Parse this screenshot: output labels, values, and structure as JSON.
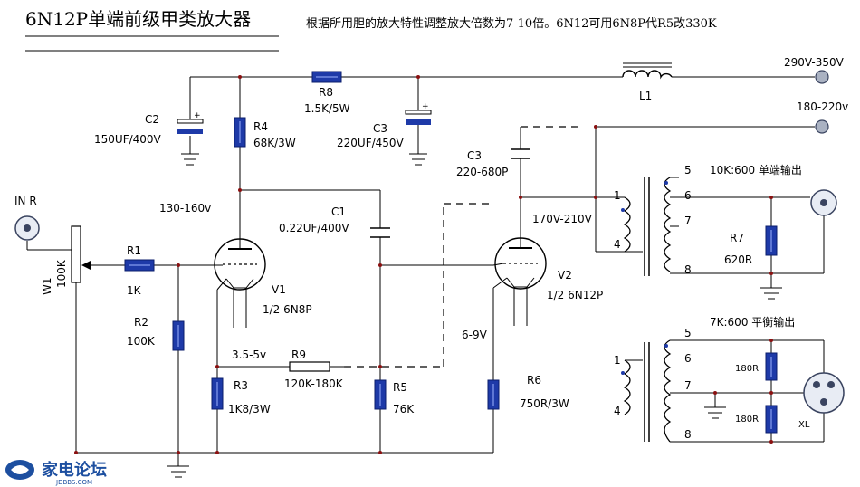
{
  "title": "6N12P单端前级甲类放大器",
  "note": "根据所用胆的放大特性调整放大倍数为7-10倍。6N12可用6N8P代R5改330K",
  "supply": {
    "hv_label": "290V-350V",
    "hv2_label": "180-220v",
    "inductor": "L1"
  },
  "input": {
    "label": "IN R",
    "pot_name": "W1",
    "pot_value": "100K"
  },
  "components": {
    "R1": {
      "name": "R1",
      "value": "1K"
    },
    "R2": {
      "name": "R2",
      "value": "100K"
    },
    "R3": {
      "name": "R3",
      "value": "1K8/3W"
    },
    "R4": {
      "name": "R4",
      "value": "68K/3W"
    },
    "R5": {
      "name": "R5",
      "value": "76K"
    },
    "R6": {
      "name": "R6",
      "value": "750R/3W"
    },
    "R7": {
      "name": "R7",
      "value": "620R"
    },
    "R8": {
      "name": "R8",
      "value": "1.5K/5W"
    },
    "R9": {
      "name": "R9",
      "value": "120K-180K"
    },
    "C1": {
      "name": "C1",
      "value": "0.22UF/400V"
    },
    "C2": {
      "name": "C2",
      "value": "150UF/400V"
    },
    "C3a": {
      "name": "C3",
      "value": "220UF/450V"
    },
    "C3b": {
      "name": "C3",
      "value": "220-680P"
    }
  },
  "tubes": {
    "V1": {
      "name": "V1",
      "type": "1/2 6N8P"
    },
    "V2": {
      "name": "V2",
      "type": "1/2 6N12P"
    }
  },
  "voltages": {
    "v1_plate": "130-160v",
    "v1_cathode": "3.5-5v",
    "v2_plate": "170V-210V",
    "v2_cathode": "6-9V"
  },
  "outputs": {
    "single_ended": "10K:600 单端输出",
    "balanced": "7K:600 平衡输出",
    "balanced_res": "180R",
    "xlr": "XL"
  },
  "pins": {
    "p1": "1",
    "p4": "4",
    "p5": "5",
    "p6": "6",
    "p7": "7",
    "p8": "8"
  },
  "logo": {
    "name": "家电论坛",
    "sub": "JDBBS.COM"
  }
}
